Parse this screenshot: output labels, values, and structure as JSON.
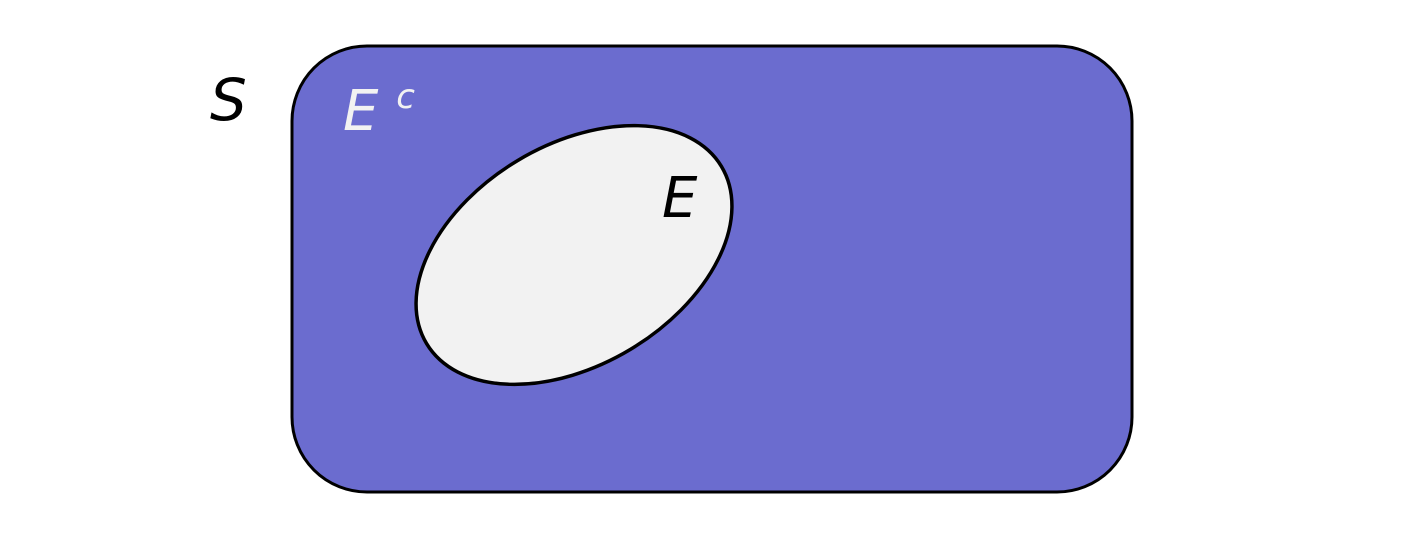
{
  "labels": {
    "sample_space": "S",
    "complement_base": "E",
    "complement_sup": "c",
    "event": "E"
  },
  "colors": {
    "background": "#ffffff",
    "sample_space_fill": "#6b6ccf",
    "event_fill": "#f2f2f2",
    "stroke": "#000000",
    "complement_text": "#f2f2f2",
    "event_text": "#000000",
    "sample_space_text": "#000000"
  }
}
